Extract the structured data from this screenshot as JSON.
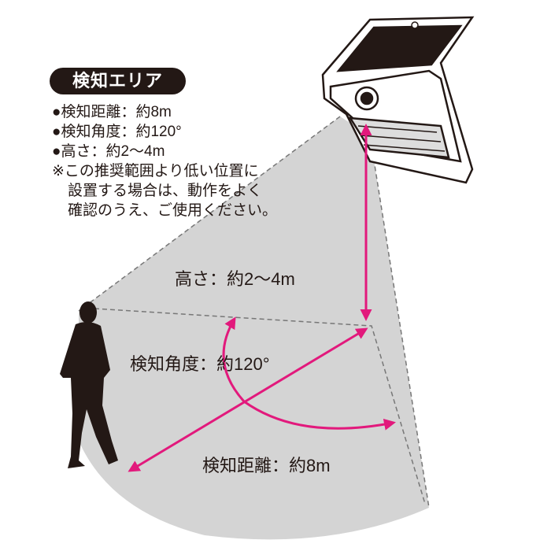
{
  "title": "検知エリア",
  "specs": [
    "●検知距離：約8m",
    "●検知角度：約120°",
    "●高さ：約2〜4m"
  ],
  "note_lines": [
    "※この推奨範囲より低い位置に",
    "設置する場合は、動作をよく",
    "確認のうえ、ご使用ください。"
  ],
  "labels": {
    "height": "高さ：約2〜4m",
    "angle": "検知角度：約120°",
    "distance": "検知距離：約8m"
  },
  "colors": {
    "arrow": "#e2197c",
    "area": "#d3d3d3",
    "dark": "#231815"
  }
}
